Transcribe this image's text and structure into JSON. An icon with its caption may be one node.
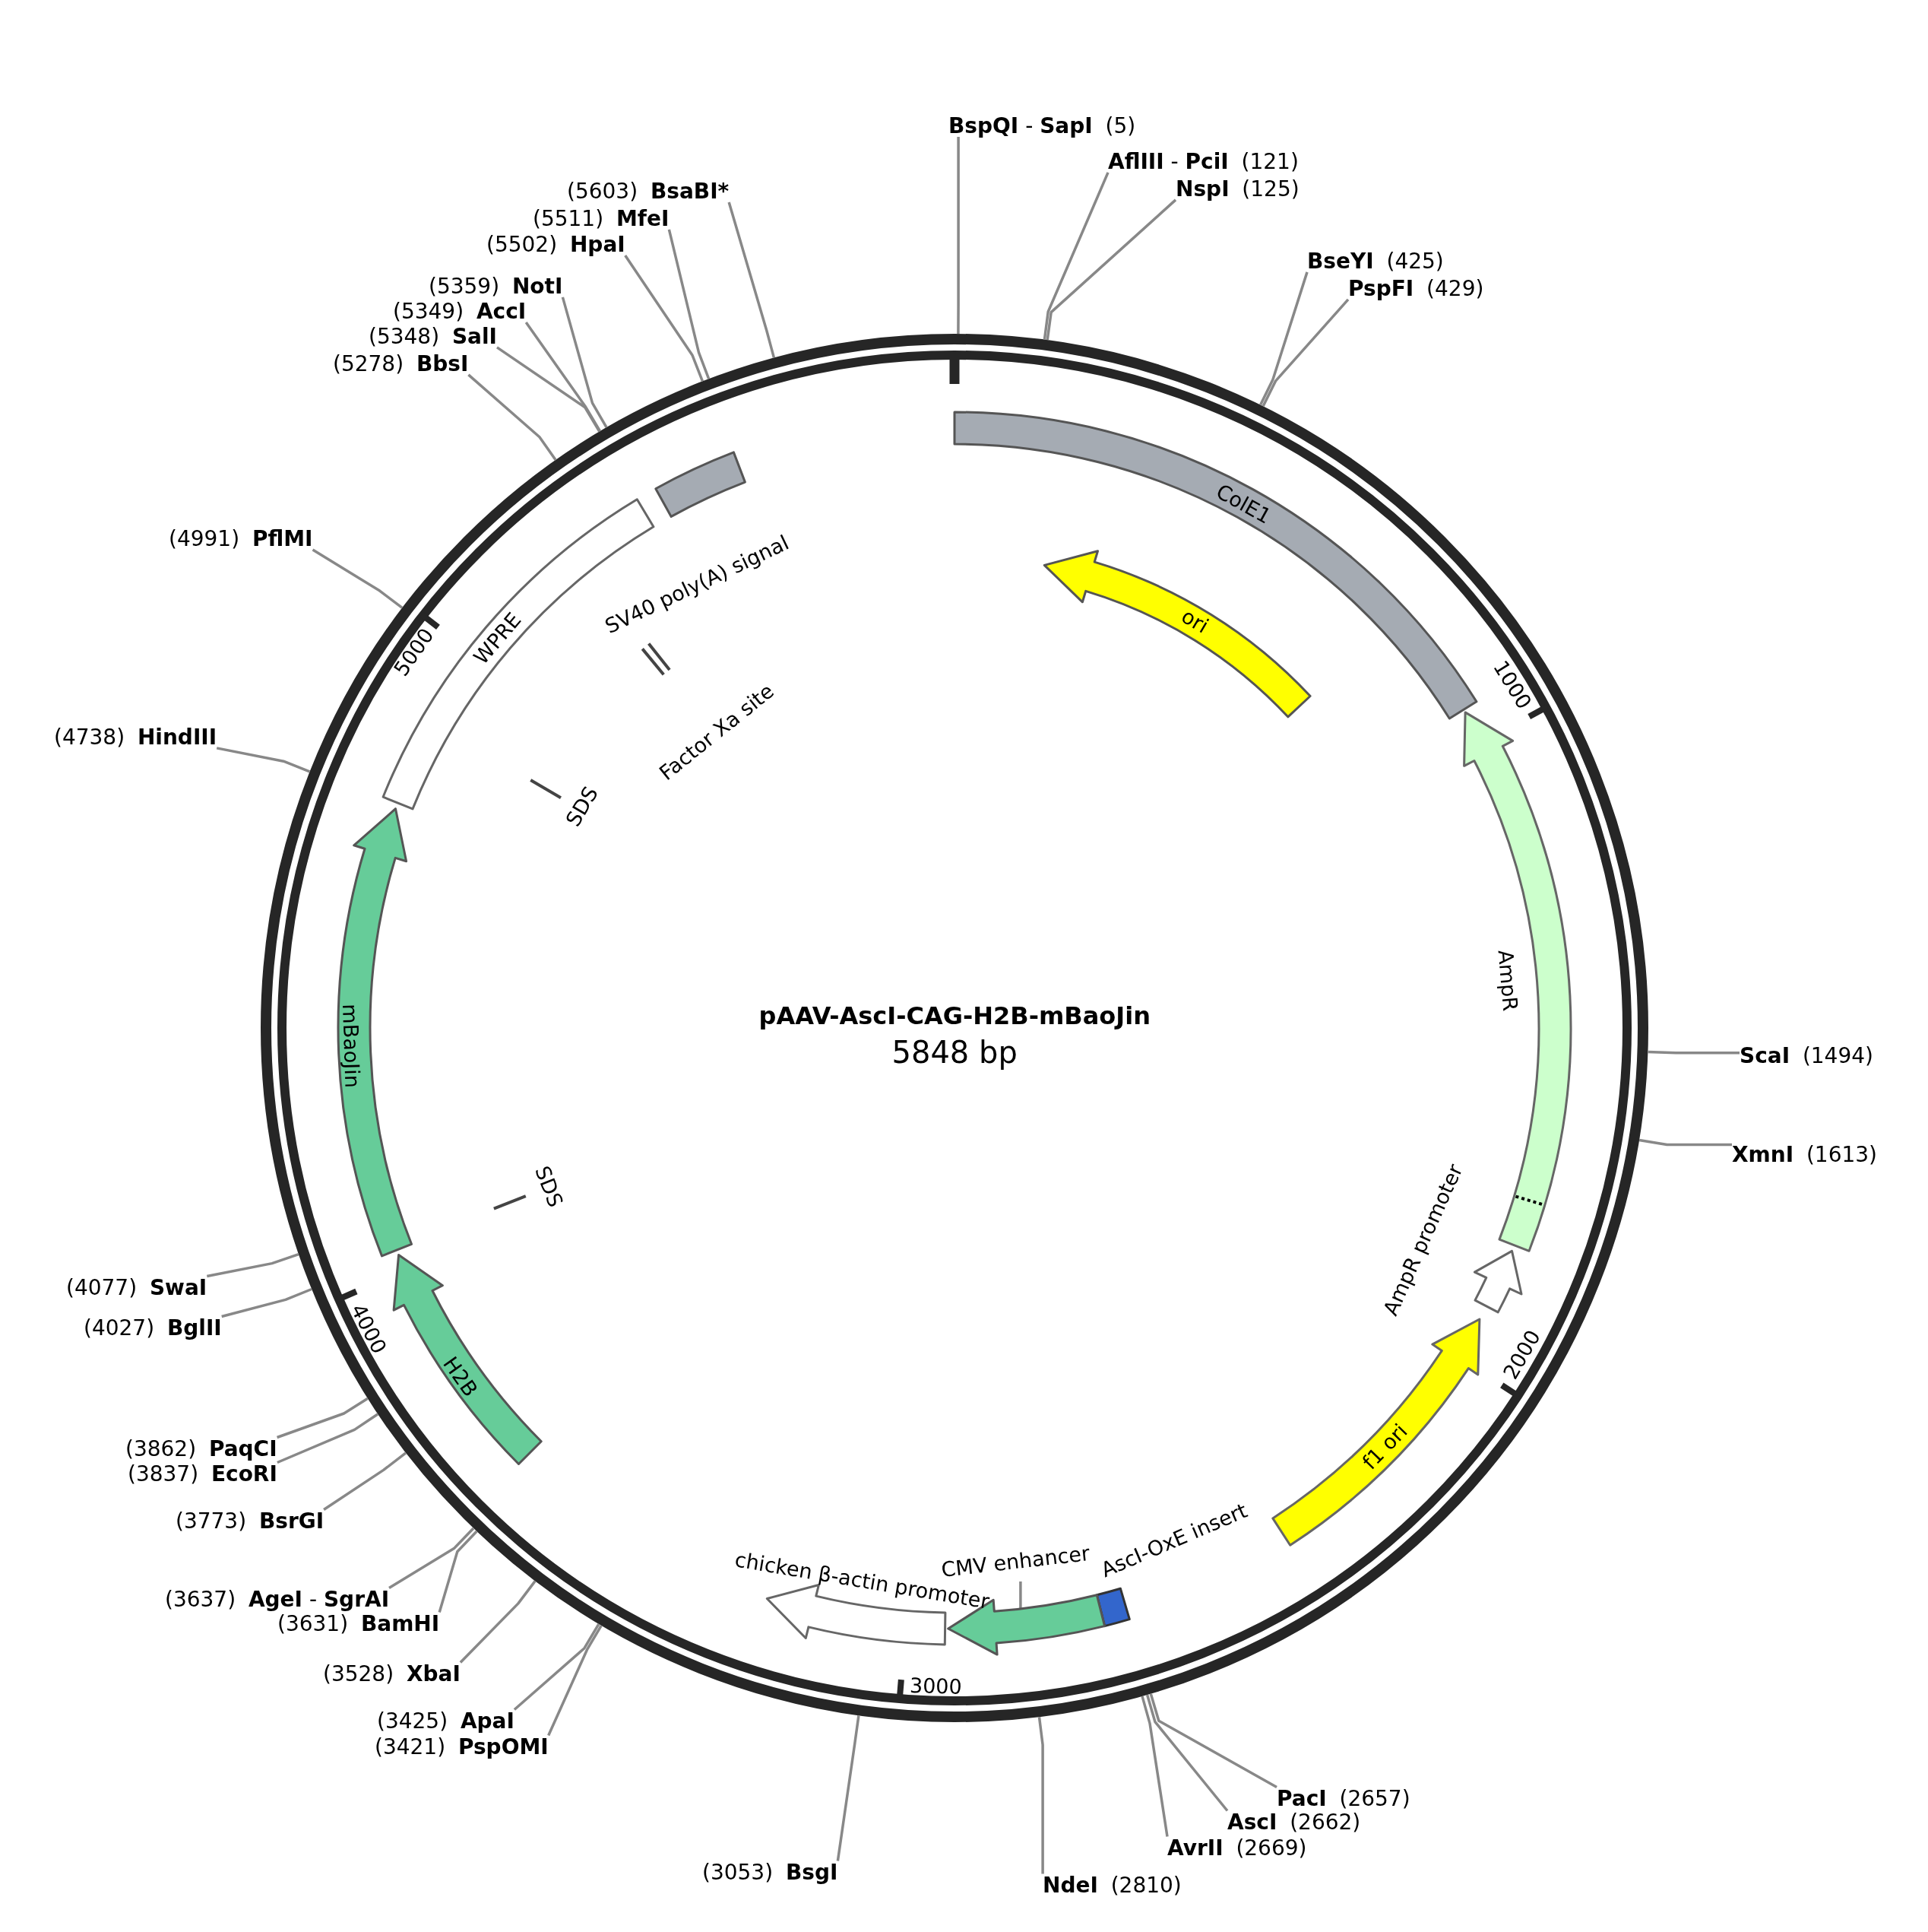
{
  "diagram": {
    "title": "pAAV-AscI-CAG-H2B-mBaoJin",
    "nodes": [
      {
        "text": [
          "**BspQI** - **SapI**",
          "(5)"
        ]
      },
      {
        "text": [
          "**AflIII** - **PciI**",
          "(121)"
        ]
      },
      {
        "text": [
          "NspI",
          "(125)"
        ]
      },
      {
        "text": [
          "BseYI",
          "(425)"
        ]
      },
      {
        "text": [
          "PspFI",
          "(429)"
        ]
      },
      {
        "text": [
          "ScaI",
          "(1494)"
        ]
      },
      {
        "text": [
          "XmnI",
          "(1613)"
        ]
      },
      {
        "text": [
          "PacI",
          "(2657)"
        ]
      },
      {
        "text": [
          "AscI",
          "(2662)"
        ]
      },
      {
        "text": [
          "AvrII",
          "(2669)"
        ]
      },
      {
        "text": [
          "NdeI",
          "(2810)"
        ]
      },
      {
        "text": [
          "(3053)",
          "BsgI"
        ]
      },
      {
        "text": [
          "(3421)",
          "PspOMI"
        ]
      },
      {
        "text": [
          "(3425)",
          "ApaI"
        ]
      },
      {
        "text": [
          "(3528)",
          "XbaI"
        ]
      },
      {
        "text": [
          "(3631)",
          "BamHI"
        ]
      },
      {
        "text": [
          "(3637)",
          "**AgeI** - **SgrAI**"
        ]
      },
      {
        "text": [
          "(3773)",
          "BsrGI"
        ]
      },
      {
        "text": [
          "(3837)",
          "EcoRI"
        ]
      },
      {
        "text": [
          "(3862)",
          "PaqCI"
        ]
      },
      {
        "text": [
          "(4027)",
          "BglII"
        ]
      },
      {
        "text": [
          "(4077)",
          "SwaI"
        ]
      },
      {
        "text": [
          "(4738)",
          "HindIII"
        ]
      },
      {
        "text": [
          "(4991)",
          "PflMI"
        ]
      },
      {
        "text": [
          "(5278)",
          "BbsI"
        ]
      },
      {
        "text": [
          "(5348)",
          "SalI"
        ]
      },
      {
        "text": [
          "(5349)",
          "AccI"
        ]
      },
      {
        "text": [
          "(5359)",
          "NotI"
        ]
      },
      {
        "text": [
          "(5502)",
          "HpaI"
        ]
      },
      {
        "text": [
          "(5511)",
          "MfeI"
        ]
      },
      {
        "text": [
          "(5603)",
          "BsaBI*"
        ]
      },
      {
        "text": [
          "ColE1"
        ]
      },
      {
        "text": [
          "ori"
        ]
      },
      {
        "text": [
          "AmpR"
        ]
      },
      {
        "text": [
          "AmpR promoter"
        ]
      },
      {
        "text": [
          "f1 ori"
        ]
      },
      {
        "text": [
          "AscI-OxE insert"
        ]
      },
      {
        "text": [
          "CMV enhancer"
        ]
      },
      {
        "text": [],
        "shape": "arrow"
      },
      {
        "text": [
          "chicken β-actin promoter"
        ]
      },
      {
        "text": [
          "H2B"
        ]
      },
      {
        "text": [
          "mBaoJin"
        ]
      },
      {
        "text": [
          "SDS"
        ]
      },
      {
        "text": [
          "SDS"
        ]
      },
      {
        "text": [
          "WPRE"
        ]
      },
      {
        "text": [
          "Factor Xa site"
        ]
      },
      {
        "text": [
          "SV40 poly(A) signal"
        ]
      }
    ],
    "edges": [
      {
        "from": 0,
        "to": null,
        "arrow": "none"
      },
      {
        "from": 1,
        "to": null,
        "arrow": "none"
      },
      {
        "from": 2,
        "to": null,
        "arrow": "none"
      },
      {
        "from": 3,
        "to": null,
        "arrow": "none"
      },
      {
        "from": 4,
        "to": null,
        "arrow": "none"
      },
      {
        "from": 5,
        "to": null,
        "arrow": "none"
      },
      {
        "from": 6,
        "to": null,
        "arrow": "none"
      },
      {
        "from": 7,
        "to": null,
        "arrow": "none"
      },
      {
        "from": 8,
        "to": null,
        "arrow": "none"
      },
      {
        "from": 9,
        "to": null,
        "arrow": "none"
      },
      {
        "from": 10,
        "to": null,
        "arrow": "none"
      },
      {
        "from": 11,
        "to": null,
        "arrow": "none"
      },
      {
        "from": 12,
        "to": null,
        "arrow": "none"
      },
      {
        "from": 13,
        "to": null,
        "arrow": "none"
      },
      {
        "from": 14,
        "to": null,
        "arrow": "none"
      },
      {
        "from": 15,
        "to": null,
        "arrow": "none"
      },
      {
        "from": 16,
        "to": null,
        "arrow": "none"
      },
      {
        "from": 17,
        "to": null,
        "arrow": "none"
      },
      {
        "from": 18,
        "to": null,
        "arrow": "none"
      },
      {
        "from": 19,
        "to": null,
        "arrow": "none"
      },
      {
        "from": 20,
        "to": null,
        "arrow": "none"
      },
      {
        "from": 21,
        "to": null,
        "arrow": "none"
      },
      {
        "from": 22,
        "to": null,
        "arrow": "none"
      },
      {
        "from": 23,
        "to": null,
        "arrow": "none"
      },
      {
        "from": 24,
        "to": null,
        "arrow": "none"
      },
      {
        "from": 25,
        "to": null,
        "arrow": "none"
      },
      {
        "from": 26,
        "to": null,
        "arrow": "none"
      },
      {
        "from": 27,
        "to": null,
        "arrow": "none"
      },
      {
        "from": 28,
        "to": null,
        "arrow": "none"
      },
      {
        "from": 29,
        "to": null,
        "arrow": "none"
      },
      {
        "from": 30,
        "to": null,
        "arrow": "none"
      },
      {
        "from": 37,
        "to": 38,
        "arrow": "none"
      }
    ],
    "labels": [
      "5848 bp",
      "1000",
      "2000",
      "3000",
      "4000",
      "5000"
    ]
  }
}
